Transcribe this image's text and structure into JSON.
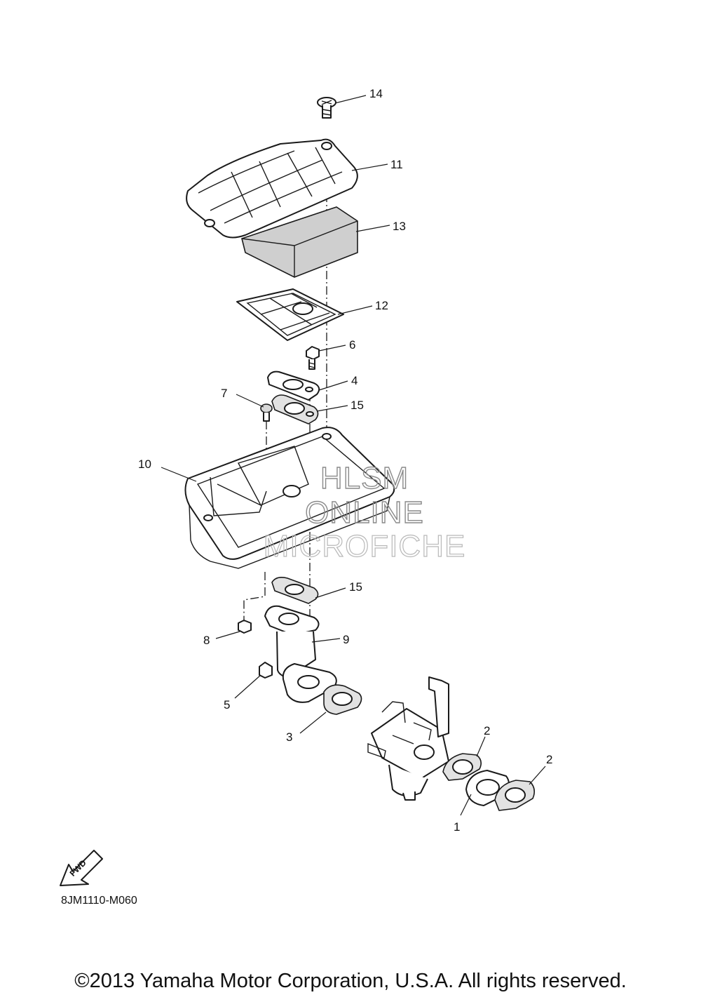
{
  "callouts": [
    {
      "id": "p14",
      "label": "14"
    },
    {
      "id": "p11",
      "label": "11"
    },
    {
      "id": "p13",
      "label": "13"
    },
    {
      "id": "p12",
      "label": "12"
    },
    {
      "id": "p6",
      "label": "6"
    },
    {
      "id": "p4",
      "label": "4"
    },
    {
      "id": "p7",
      "label": "7"
    },
    {
      "id": "p15a",
      "label": "15"
    },
    {
      "id": "p10",
      "label": "10"
    },
    {
      "id": "p15b",
      "label": "15"
    },
    {
      "id": "p8",
      "label": "8"
    },
    {
      "id": "p9",
      "label": "9"
    },
    {
      "id": "p5",
      "label": "5"
    },
    {
      "id": "p3",
      "label": "3"
    },
    {
      "id": "p2a",
      "label": "2"
    },
    {
      "id": "p2b",
      "label": "2"
    },
    {
      "id": "p1",
      "label": "1"
    }
  ],
  "watermark": {
    "line1": "HLSM",
    "line2": "ONLINE",
    "line3": "MICROFICHE"
  },
  "fwd_label": "FWD",
  "diagram_code": "8JM1110-M060",
  "copyright": "©2013 Yamaha Motor Corporation, U.S.A. All rights reserved."
}
